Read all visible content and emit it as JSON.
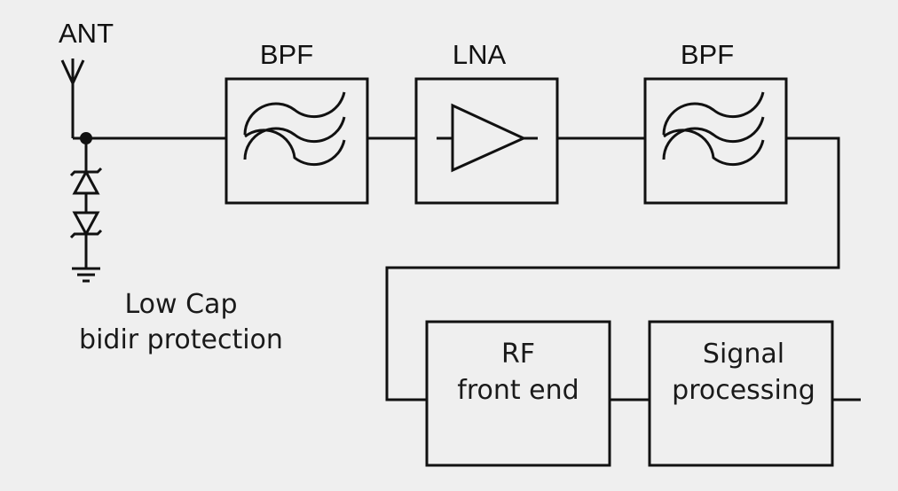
{
  "antenna": {
    "label": "ANT"
  },
  "protection": {
    "line1": "Low Cap",
    "line2": "bidir protection"
  },
  "blocks": {
    "bpf1": {
      "label": "BPF"
    },
    "lna": {
      "label": "LNA"
    },
    "bpf2": {
      "label": "BPF"
    },
    "rf_front_end": {
      "line1": "RF",
      "line2": "front end"
    },
    "signal_processing": {
      "line1": "Signal",
      "line2": "processing"
    }
  },
  "colors": {
    "background": "#efefef",
    "ink": "#111111"
  }
}
